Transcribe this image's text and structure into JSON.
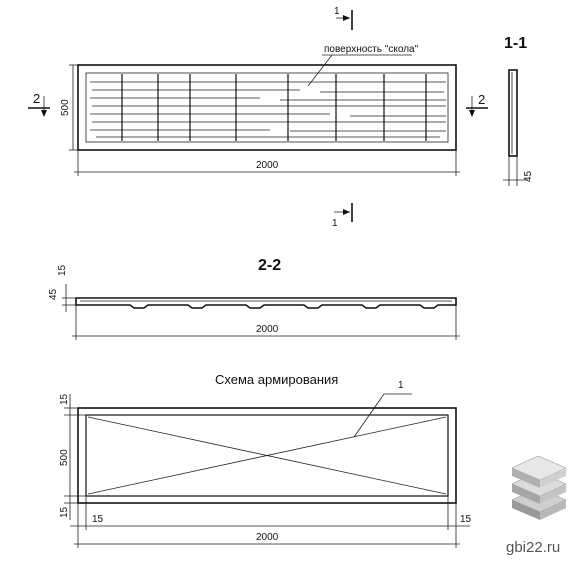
{
  "plan": {
    "surface_note": "поверхность \"скола\"",
    "width_dim": "2000",
    "height_dim": "500",
    "section_1_top": "1",
    "section_1_bottom": "1",
    "section_2_left": "2",
    "section_2_right": "2"
  },
  "section_1_1": {
    "title": "1-1",
    "thickness_dim": "45"
  },
  "section_2_2": {
    "title": "2-2",
    "dim_top": "15",
    "dim_height": "45",
    "length_dim": "2000"
  },
  "reinforcement": {
    "title": "Схема армирования",
    "callout": "1",
    "dim_top": "15",
    "dim_height": "500",
    "dim_bottom": "15",
    "dim_left": "15",
    "dim_right": "15",
    "length_dim": "2000"
  },
  "watermark": {
    "text": "gbi22.ru",
    "icon": "stacked-slabs-icon"
  }
}
